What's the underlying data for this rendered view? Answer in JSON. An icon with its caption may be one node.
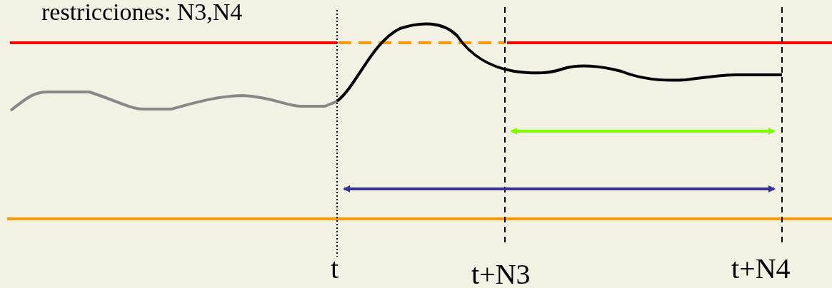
{
  "diagram": {
    "labels": [
      "restricciones: N3,N4",
      "t",
      "t+N3",
      "t+N4"
    ]
  }
}
